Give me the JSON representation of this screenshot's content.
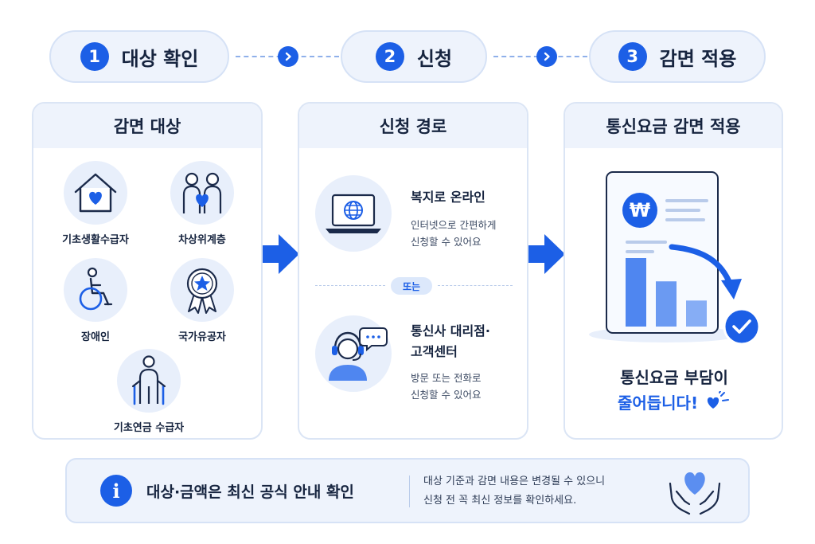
{
  "steps": [
    {
      "number": "1",
      "label": "대상 확인"
    },
    {
      "number": "2",
      "label": "신청"
    },
    {
      "number": "3",
      "label": "감면 적용"
    }
  ],
  "step_connector_icon": "chevron-right-icon",
  "card_eligibility": {
    "title": "감면 대상",
    "items": [
      {
        "label": "기초생활수급자",
        "icon": "house-heart-icon"
      },
      {
        "label": "차상위계층",
        "icon": "family-heart-icon"
      },
      {
        "label": "장애인",
        "icon": "wheelchair-icon"
      },
      {
        "label": "국가유공자",
        "icon": "medal-icon"
      },
      {
        "label": "기초연금 수급자",
        "icon": "elderly-icon"
      }
    ]
  },
  "card_routes": {
    "title": "신청 경로",
    "online": {
      "title": "복지로 온라인",
      "desc_line1": "인터넷으로 간편하게",
      "desc_line2": "신청할 수 있어요",
      "icon": "laptop-globe-icon"
    },
    "or_label": "또는",
    "offline": {
      "title_line1": "통신사 대리점·",
      "title_line2": "고객센터",
      "desc_line1": "방문 또는 전화로",
      "desc_line2": "신청할 수 있어요",
      "icon": "headset-agent-icon"
    }
  },
  "card_result": {
    "title": "통신요금 감면 적용",
    "currency_symbol": "₩",
    "bill_bars": [
      1.0,
      0.66,
      0.38
    ],
    "result_line1": "통신요금 부담이",
    "result_line2": "줄어듭니다!",
    "icon": "bill-decrease-icon"
  },
  "notice": {
    "title": "대상·금액은 최신 공식 안내 확인",
    "desc_line1": "대상 기준과 감면 내용은 변경될 수 있으니",
    "desc_line2": "신청 전 꼭 최신 정보를 확인하세요.",
    "info_symbol": "i",
    "icon": "hands-heart-icon"
  },
  "colors": {
    "accent": "#1c5fe6",
    "light_accent": "#5b8ef0",
    "panel": "#eef3fc",
    "text": "#16243f"
  }
}
